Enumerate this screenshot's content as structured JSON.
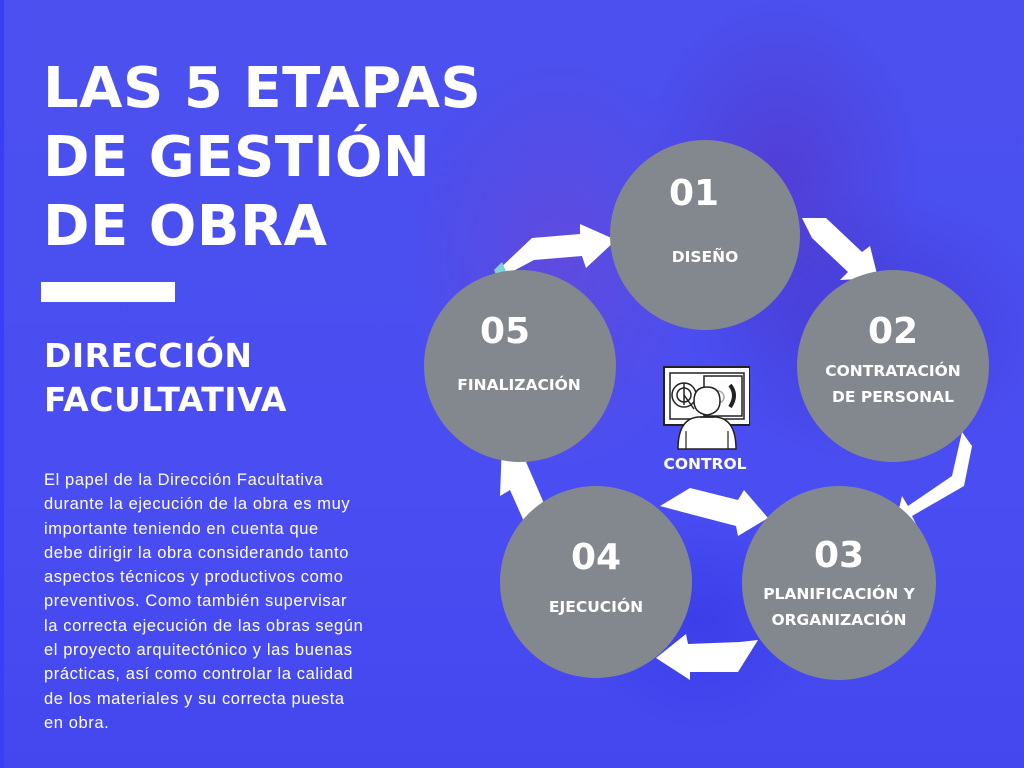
{
  "header": {
    "title_lines": [
      "LAS 5 ETAPAS",
      "DE GESTIÓN",
      "DE OBRA"
    ],
    "subtitle_lines": [
      "DIRECCIÓN",
      "FACULTATIVA"
    ]
  },
  "description": "El papel de la Dirección Facultativa\n durante la ejecución de la obra es muy\nimportante teniendo en cuenta que\ndebe dirigir la obra considerando tanto\naspectos técnicos y productivos como\npreventivos. Como también supervisar\nla correcta ejecución de las obras según\nel proyecto arquitectónico y las buenas\nprácticas, así como controlar la calidad\nde los materiales y su correcta puesta\nen obra.",
  "cycle": {
    "center": {
      "label": "CONTROL",
      "icon": "person-at-monitor-icon"
    },
    "stages": [
      {
        "number": "01",
        "label": "DISEÑO"
      },
      {
        "number": "02",
        "label": "CONTRATACIÓN\nDE PERSONAL"
      },
      {
        "number": "03",
        "label": "PLANIFICACIÓN Y\nORGANIZACIÓN"
      },
      {
        "number": "04",
        "label": "EJECUCIÓN"
      },
      {
        "number": "05",
        "label": "FINALIZACIÓN"
      }
    ]
  },
  "colors": {
    "background": "#4a4ef0",
    "circle": "#83878e",
    "text": "#ffffff",
    "arrow": "#ffffff",
    "accent_teal": "#7fd3d8"
  }
}
